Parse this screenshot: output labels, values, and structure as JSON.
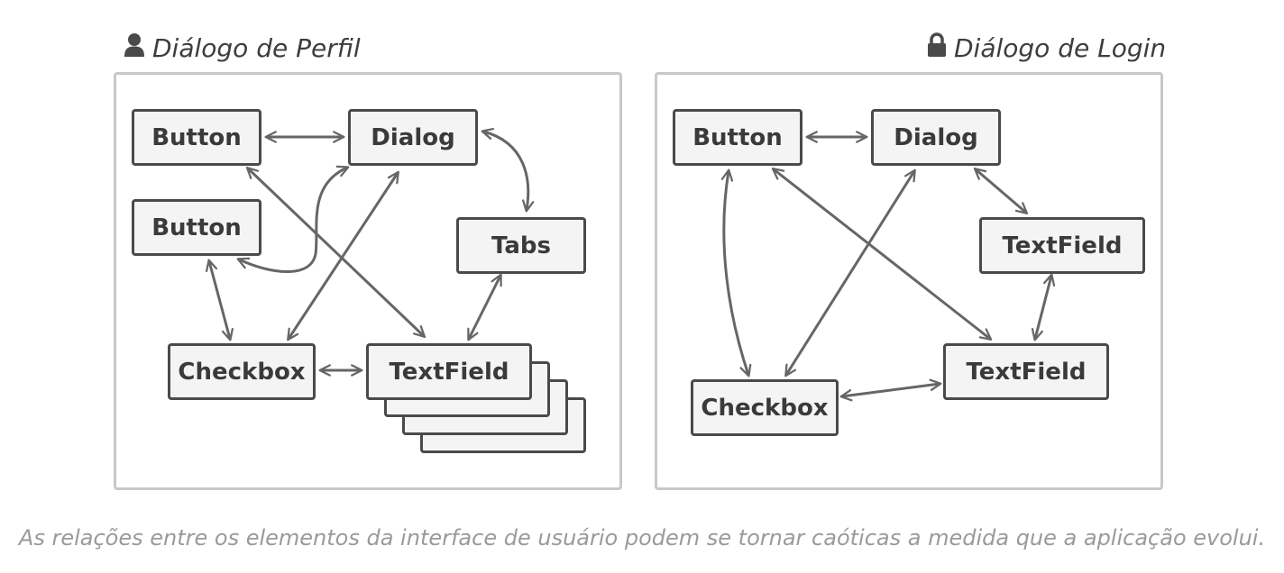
{
  "profile_dialog": {
    "title": "Diálogo de Perfil",
    "icon": "user-icon",
    "nodes": {
      "button_1": "Button",
      "dialog": "Dialog",
      "button_2": "Button",
      "tabs": "Tabs",
      "checkbox": "Checkbox",
      "textfield": "TextField"
    }
  },
  "login_dialog": {
    "title": "Diálogo de Login",
    "icon": "lock-icon",
    "nodes": {
      "button": "Button",
      "dialog": "Dialog",
      "textfield_1": "TextField",
      "textfield_2": "TextField",
      "checkbox": "Checkbox"
    }
  },
  "caption": "As relações entre os elementos da interface de usuário podem se tornar caóticas a medida que a aplicação evolui.",
  "colors": {
    "node_border": "#4a4a4a",
    "node_fill": "#f4f4f4",
    "arrow": "#666666",
    "panel_border": "#c8c8c8",
    "caption": "#9a9a9a"
  }
}
